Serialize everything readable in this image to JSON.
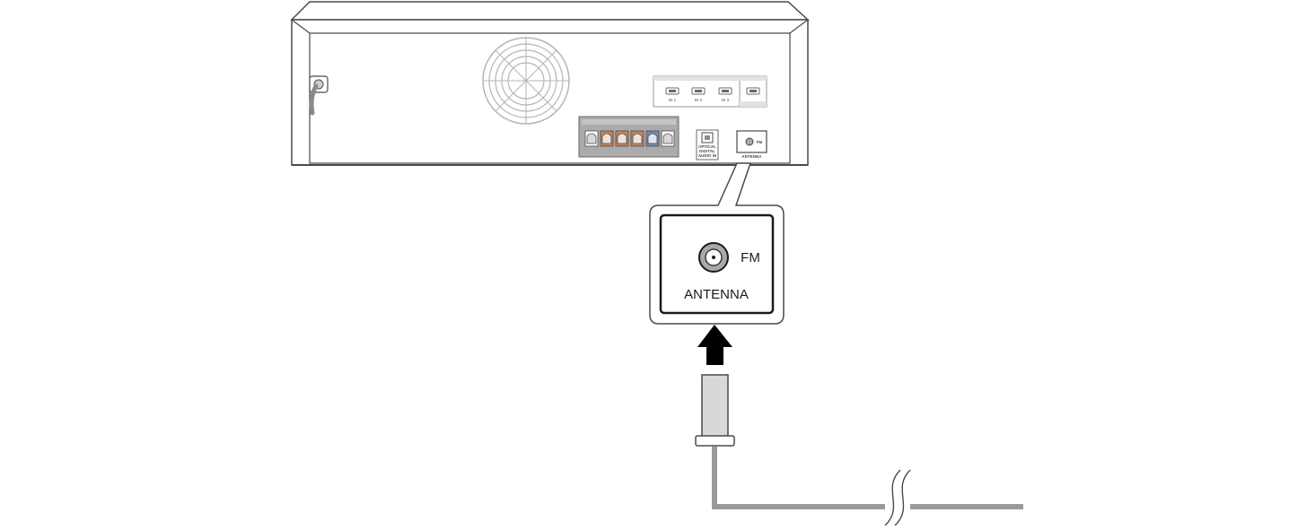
{
  "receiver_panel": {
    "port_labels": [
      "IN 1",
      "IN 2",
      "IN 3"
    ],
    "optical_label_lines": [
      "OPTICAL",
      "DIGITAL",
      "AUDIO IN"
    ],
    "fm_small": "FM",
    "antenna_small": "ANTENNA"
  },
  "callout": {
    "fm_label": "FM",
    "antenna_label": "ANTENNA"
  },
  "colors": {
    "line": "#4a4a4a",
    "cable": "#9a9a9a",
    "speaker_orange": "#c9835c",
    "speaker_blue": "#7a86b8",
    "connector_fill": "#d8d8d8",
    "terminal_fill": "#a9a9a9",
    "arrow": "#000000"
  }
}
